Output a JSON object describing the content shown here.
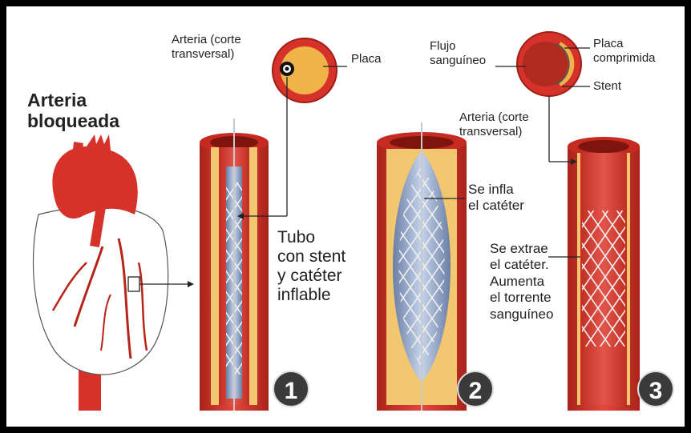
{
  "title": "Arteria\nbloqueada",
  "labels": {
    "arteria_corte_1": "Arteria (corte\ntransversal)",
    "placa": "Placa",
    "flujo": "Flujo\nsanguíneo",
    "placa_comprimida": "Placa\ncomprimida",
    "stent": "Stent",
    "arteria_corte_2": "Arteria (corte\ntransversal)",
    "tubo": "Tubo\ncon stent\ny catéter\ninflable",
    "se_infla": "Se infla\nel catéter",
    "se_extrae": "Se extrae\nel catéter.\nAumenta\nel torrente\nsanguíneo"
  },
  "steps": [
    "1",
    "2",
    "3"
  ],
  "colors": {
    "artery": "#d6322a",
    "artery_dark": "#9e1f18",
    "plaque": "#f0b347",
    "balloon": "#8ea3c8",
    "step_badge": "#3a3a3a"
  }
}
